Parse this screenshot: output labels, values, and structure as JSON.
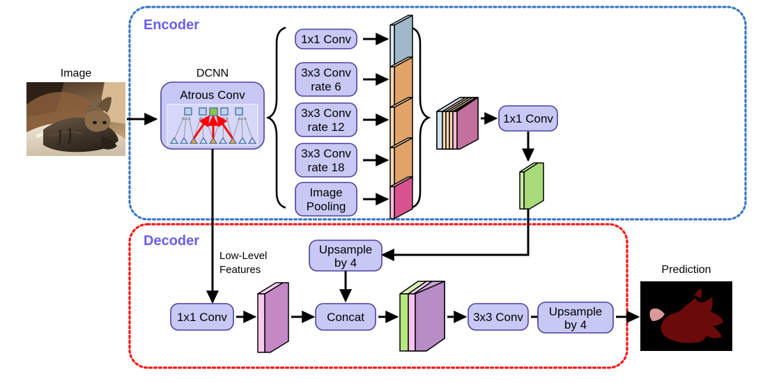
{
  "figure": {
    "title_encoder": "Encoder",
    "title_decoder": "Decoder"
  },
  "input": {
    "caption": "Image",
    "alt": "photo of a tabby cat lying on a white blanket"
  },
  "output": {
    "caption": "Prediction",
    "alt": "segmentation mask with dark-red cat silhouette on black background"
  },
  "encoder": {
    "dcnn_caption": "DCNN",
    "dcnn_box_label": "Atrous Conv",
    "aspp_branches": [
      {
        "label": "1x1 Conv",
        "label_line2": "",
        "slab_color": "#a8c4d6"
      },
      {
        "label": "3x3 Conv",
        "label_line2": "rate 6",
        "slab_color": "#eab887"
      },
      {
        "label": "3x3 Conv",
        "label_line2": "rate 12",
        "slab_color": "#eab887"
      },
      {
        "label": "3x3 Conv",
        "label_line2": "rate 18",
        "slab_color": "#eab887"
      },
      {
        "label": "Image",
        "label_line2": "Pooling",
        "slab_color": "#e87bb0"
      }
    ],
    "concat_stack_colors": [
      "#bcd6e4",
      "#f7c79a",
      "#f7c79a",
      "#f7c79a",
      "#f79ec8"
    ],
    "concat_face_color": "#c4709e",
    "projection_label": "1x1 Conv",
    "encoder_output_slab_color": "#a8d97a"
  },
  "decoder": {
    "low_level_line1": "Low-Level",
    "low_level_line2": "Features",
    "low_level_conv_label": "1x1 Conv",
    "low_level_slab_edge_color": "#f7b6e4",
    "low_level_slab_face_color": "#c489c4",
    "upsample_top_label": "Upsample",
    "upsample_top_label2": "by 4",
    "concat_label": "Concat",
    "decoder_concat_colors": [
      "#b5e87f",
      "#f9c2ef"
    ],
    "decoder_concat_face_color": "#b88cc4",
    "refine_conv_label": "3x3 Conv",
    "upsample_out_label": "Upsample",
    "upsample_out_label2": "by 4"
  },
  "colors": {
    "encoder_frame": "#3b78c4",
    "decoder_frame": "#ff1414",
    "panel_title": "#6a5df0",
    "node_fill": "#c8c8f5",
    "node_stroke": "#4b3f9e",
    "red_arrow": "#ff0000"
  }
}
